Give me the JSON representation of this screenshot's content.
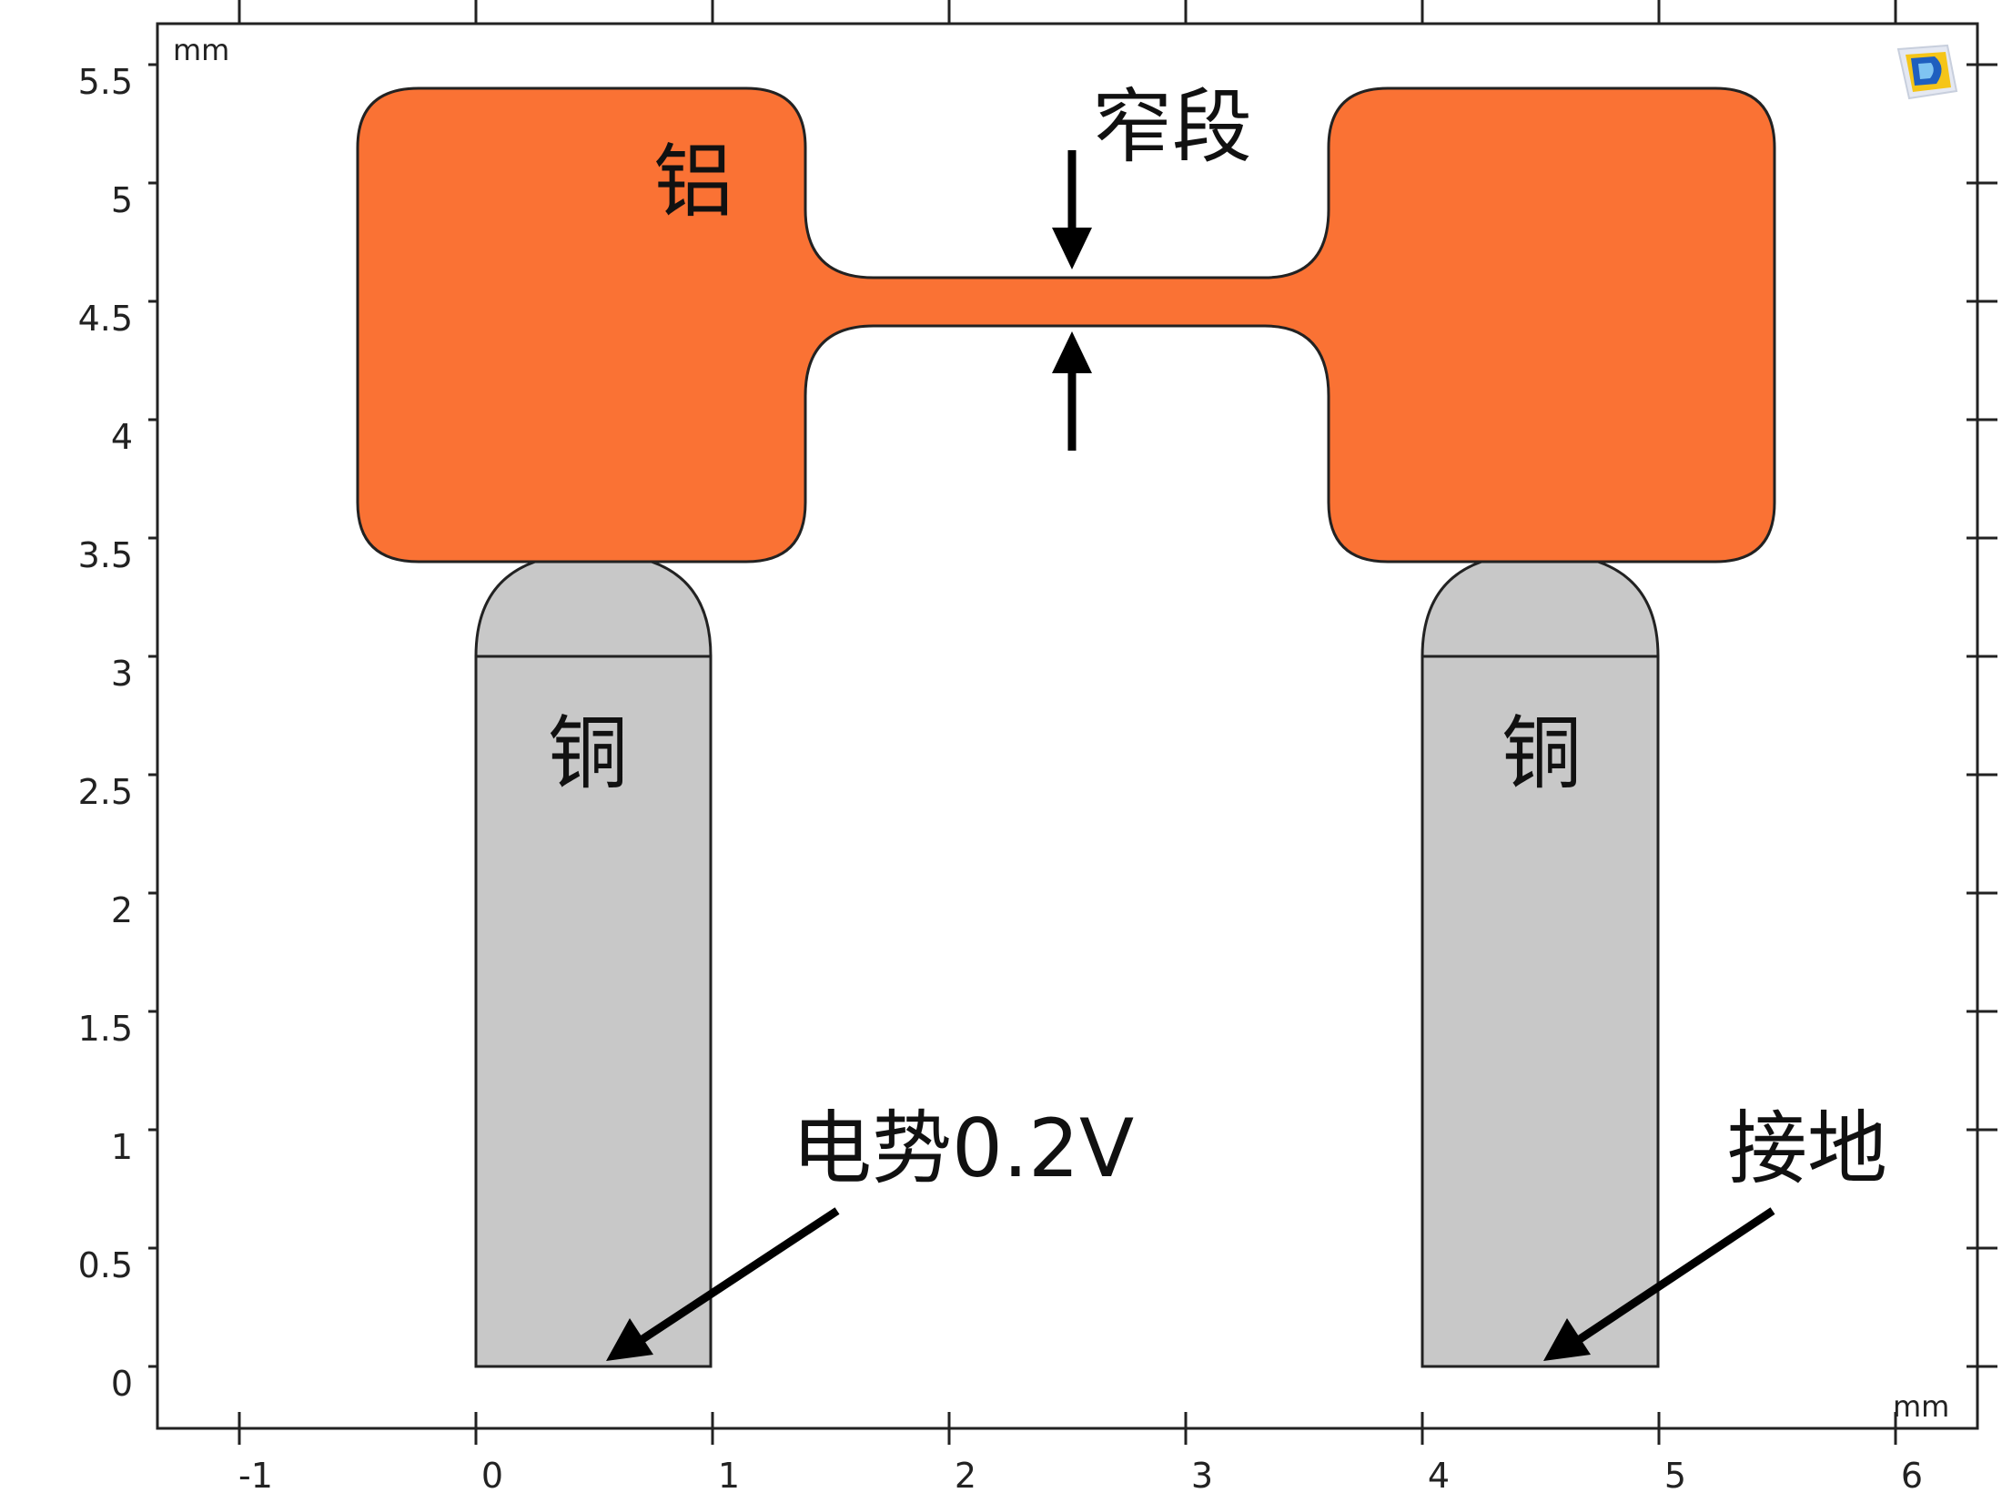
{
  "axes": {
    "x_unit": "mm",
    "y_unit": "mm",
    "x_ticks": [
      "-1",
      "0",
      "1",
      "2",
      "3",
      "4",
      "5",
      "6"
    ],
    "y_ticks": [
      "0",
      "0.5",
      "1",
      "1.5",
      "2",
      "2.5",
      "3",
      "3.5",
      "4",
      "4.5",
      "5",
      "5.5"
    ]
  },
  "labels": {
    "aluminum": "铝",
    "narrow_section": "窄段",
    "copper_left": "铜",
    "copper_right": "铜",
    "potential": "电势0.2V",
    "ground": "接地"
  },
  "colors": {
    "aluminum": "#FA7234",
    "copper": "#C8C8C8",
    "background": "#FFFFFF",
    "outline": "#222222"
  },
  "icons": {
    "corner_logo": "comsol-logo-icon"
  }
}
